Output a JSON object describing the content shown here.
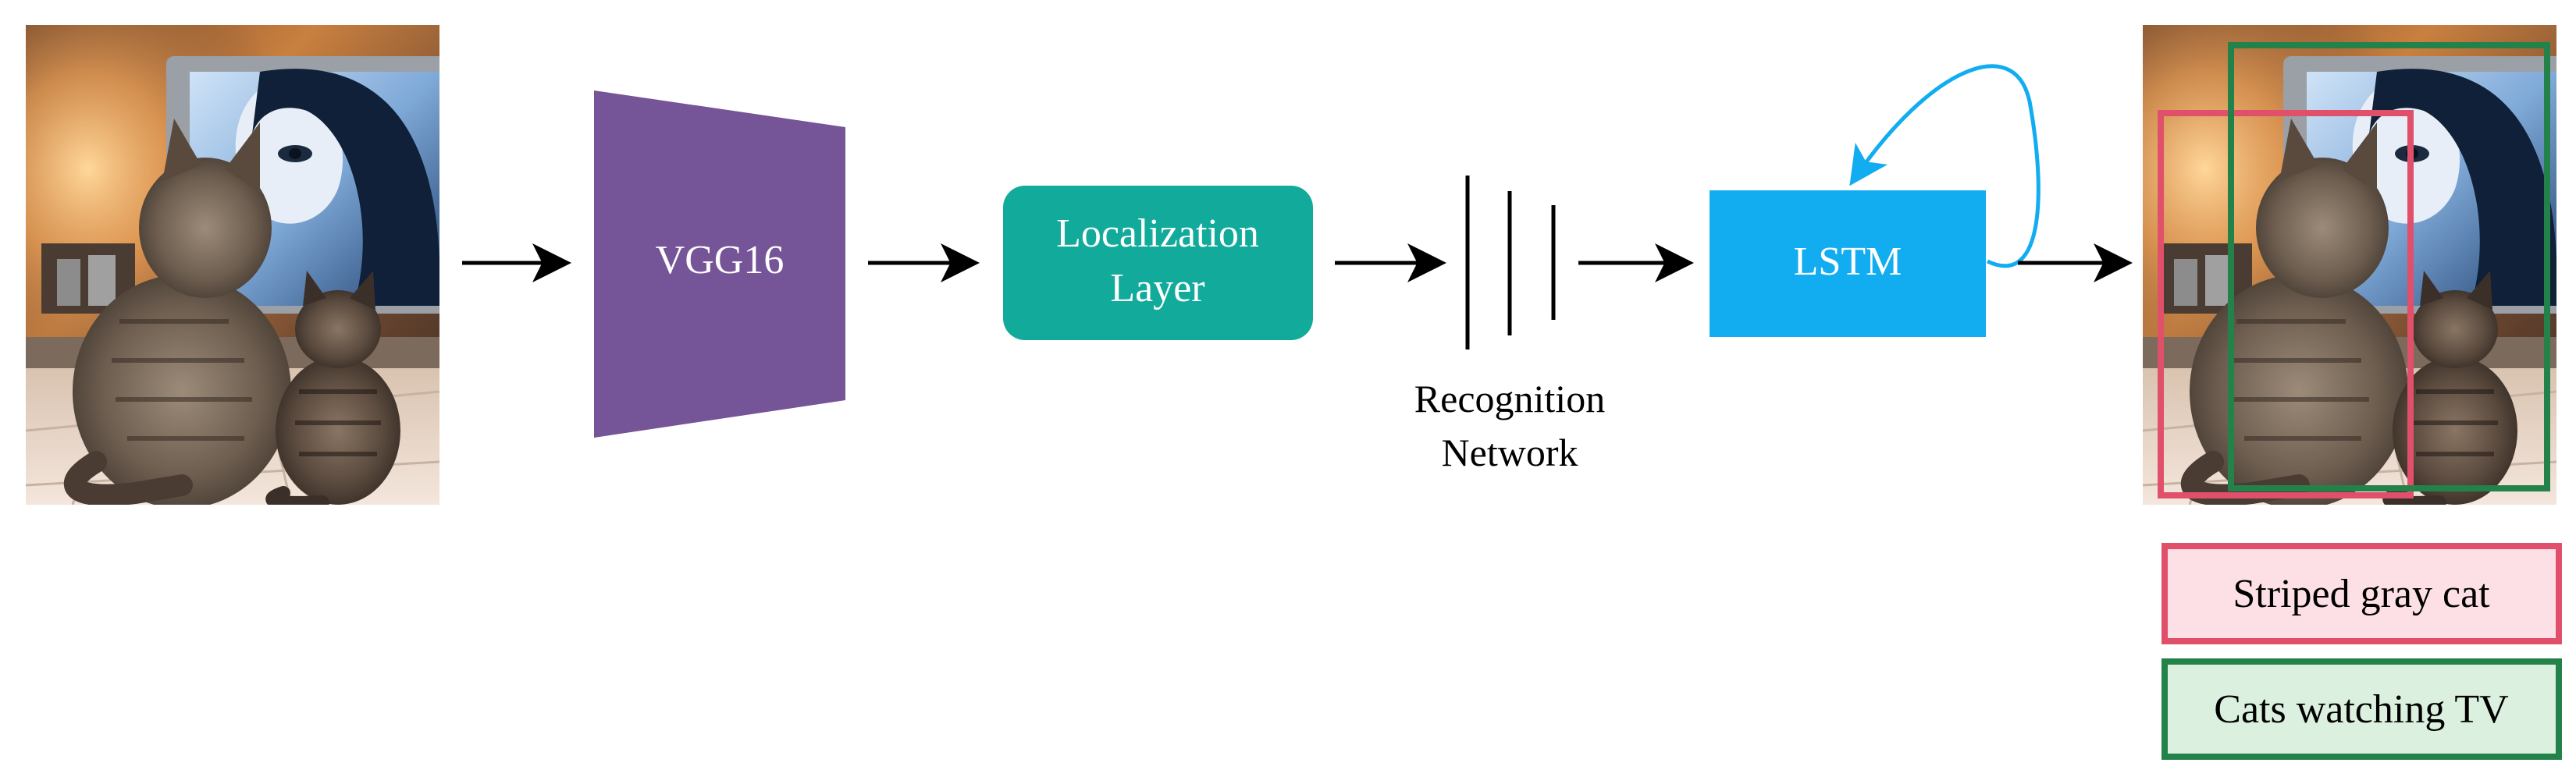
{
  "input_image": {
    "alt": ""
  },
  "cnn": {
    "label": "VGG16",
    "color": "#755497"
  },
  "localization": {
    "line1": "Localization",
    "line2": "Layer",
    "color": "#12ab9b"
  },
  "recognition": {
    "line1": "Recognition",
    "line2": "Network"
  },
  "lstm": {
    "label": "LSTM",
    "color": "#12adf0",
    "recurrent_color": "#12adf0"
  },
  "output_image": {
    "alt": ""
  },
  "captions": [
    {
      "text": "Striped gray cat",
      "border": "#e0506a",
      "fill": "#fde0e5"
    },
    {
      "text": "Cats watching TV",
      "border": "#23824a",
      "fill": "#dbf0df"
    }
  ],
  "box_colors": {
    "red": "#e0506a",
    "green": "#23824a"
  },
  "arrow_color": "#000000"
}
